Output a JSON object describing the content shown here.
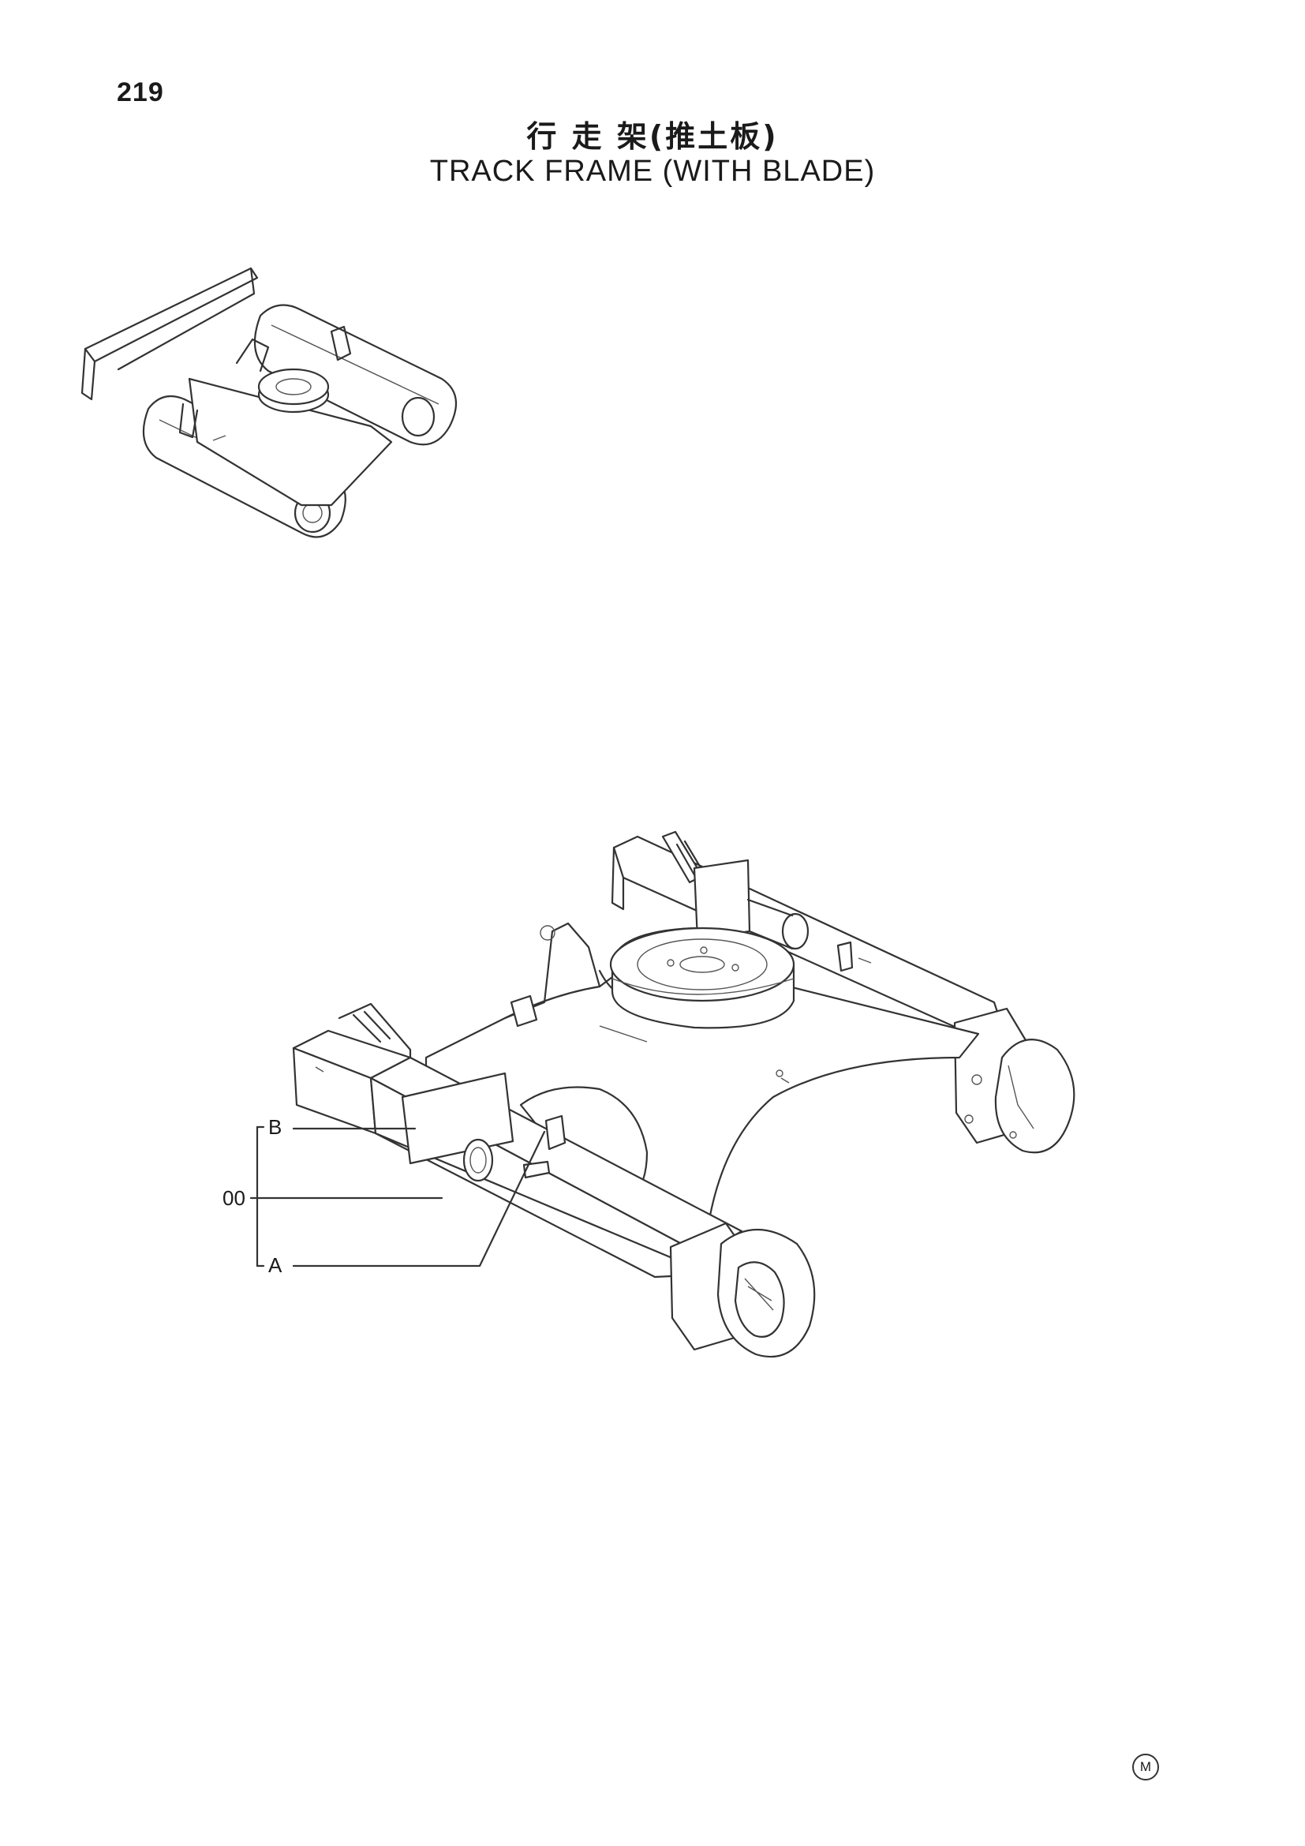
{
  "page_number": "219",
  "title_cn": "行 走 架(推土板)",
  "title_en": "TRACK FRAME (WITH BLADE)",
  "callouts": {
    "b": "B",
    "item": "00",
    "a": "A"
  },
  "footer_mark": "M"
}
